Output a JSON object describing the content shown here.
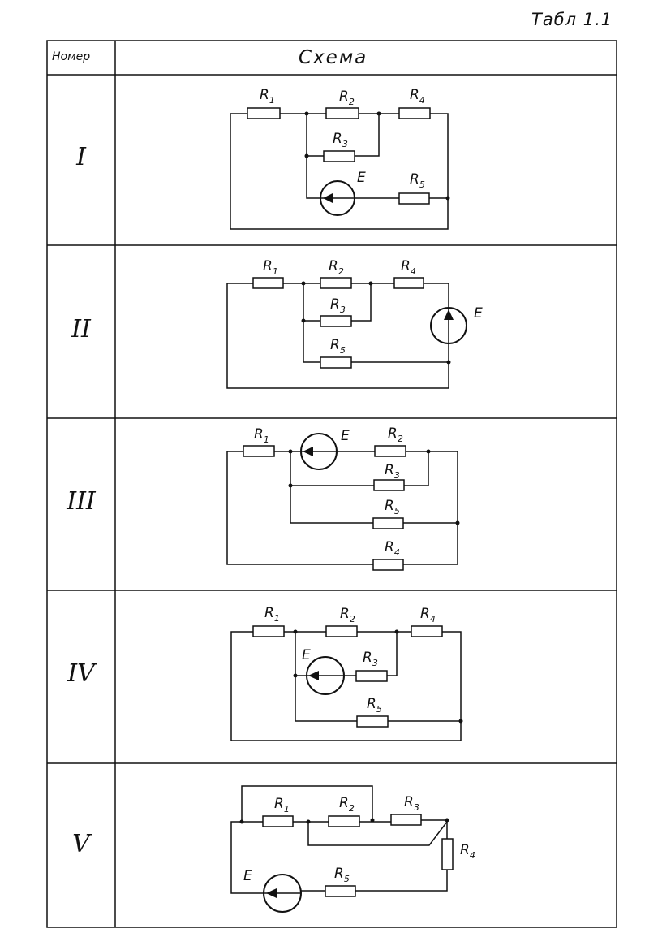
{
  "table_caption": "Табл 1.1",
  "header": {
    "number": "Номер",
    "scheme": "Схема"
  },
  "rows": [
    {
      "number": "I",
      "labels": {
        "r1": "R1",
        "r2": "R2",
        "r3": "R3",
        "r4": "R4",
        "r5": "R5",
        "e": "E"
      }
    },
    {
      "number": "II",
      "labels": {
        "r1": "R1",
        "r2": "R2",
        "r3": "R3",
        "r4": "R4",
        "r5": "R5",
        "e": "E"
      }
    },
    {
      "number": "III",
      "labels": {
        "r1": "R1",
        "r2": "R2",
        "r3": "R3",
        "r4": "R4",
        "r5": "R5",
        "e": "E"
      }
    },
    {
      "number": "IV",
      "labels": {
        "r1": "R1",
        "r2": "R2",
        "r3": "R3",
        "r4": "R4",
        "r5": "R5",
        "e": "E"
      }
    },
    {
      "number": "V",
      "labels": {
        "r1": "R1",
        "r2": "R2",
        "r3": "R3",
        "r4": "R4",
        "r5": "R5",
        "e": "E"
      }
    }
  ]
}
